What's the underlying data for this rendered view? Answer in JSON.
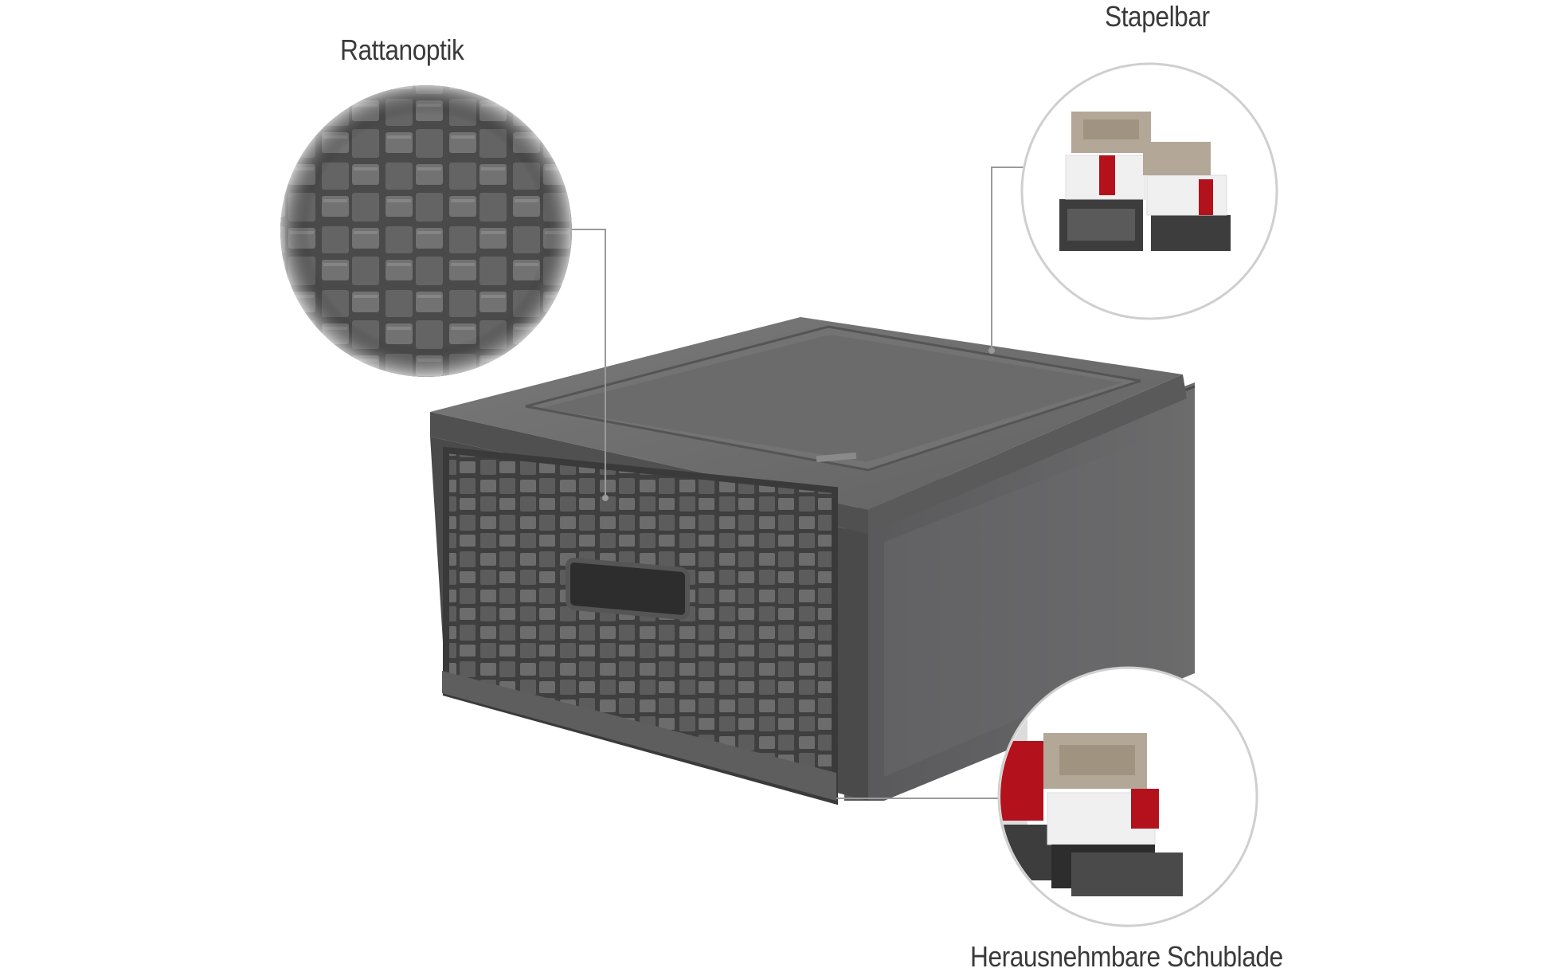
{
  "callouts": {
    "rattan": "Rattanoptik",
    "stackable": "Stapelbar",
    "drawer": "Herausnehmbare Schublade"
  },
  "colors": {
    "box_dark": "#5b5b5c",
    "box_mid": "#6d6d6e",
    "box_light": "#7d7d7e",
    "leader_line": "#9a9a9a",
    "circle_border": "#cfcfcf",
    "scarf_red": "#b3121d",
    "taupe_box": "#b3a798",
    "white_box": "#f2f2f2"
  },
  "icons": [
    "rattan-weave-closeup",
    "stacked-boxes-photo",
    "open-drawer-photo"
  ]
}
